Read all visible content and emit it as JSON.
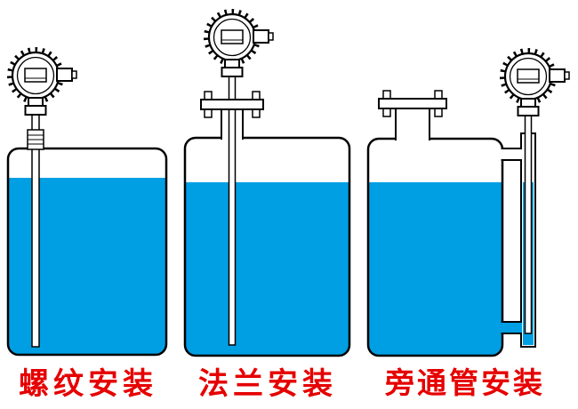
{
  "colors": {
    "liquid": "#009FE3",
    "outline": "#000000",
    "label_text": "#E60000",
    "background": "#FFFFFF"
  },
  "diagrams": [
    {
      "label": "螺纹安装"
    },
    {
      "label": "法兰安装"
    },
    {
      "label": "旁通管安装"
    }
  ]
}
